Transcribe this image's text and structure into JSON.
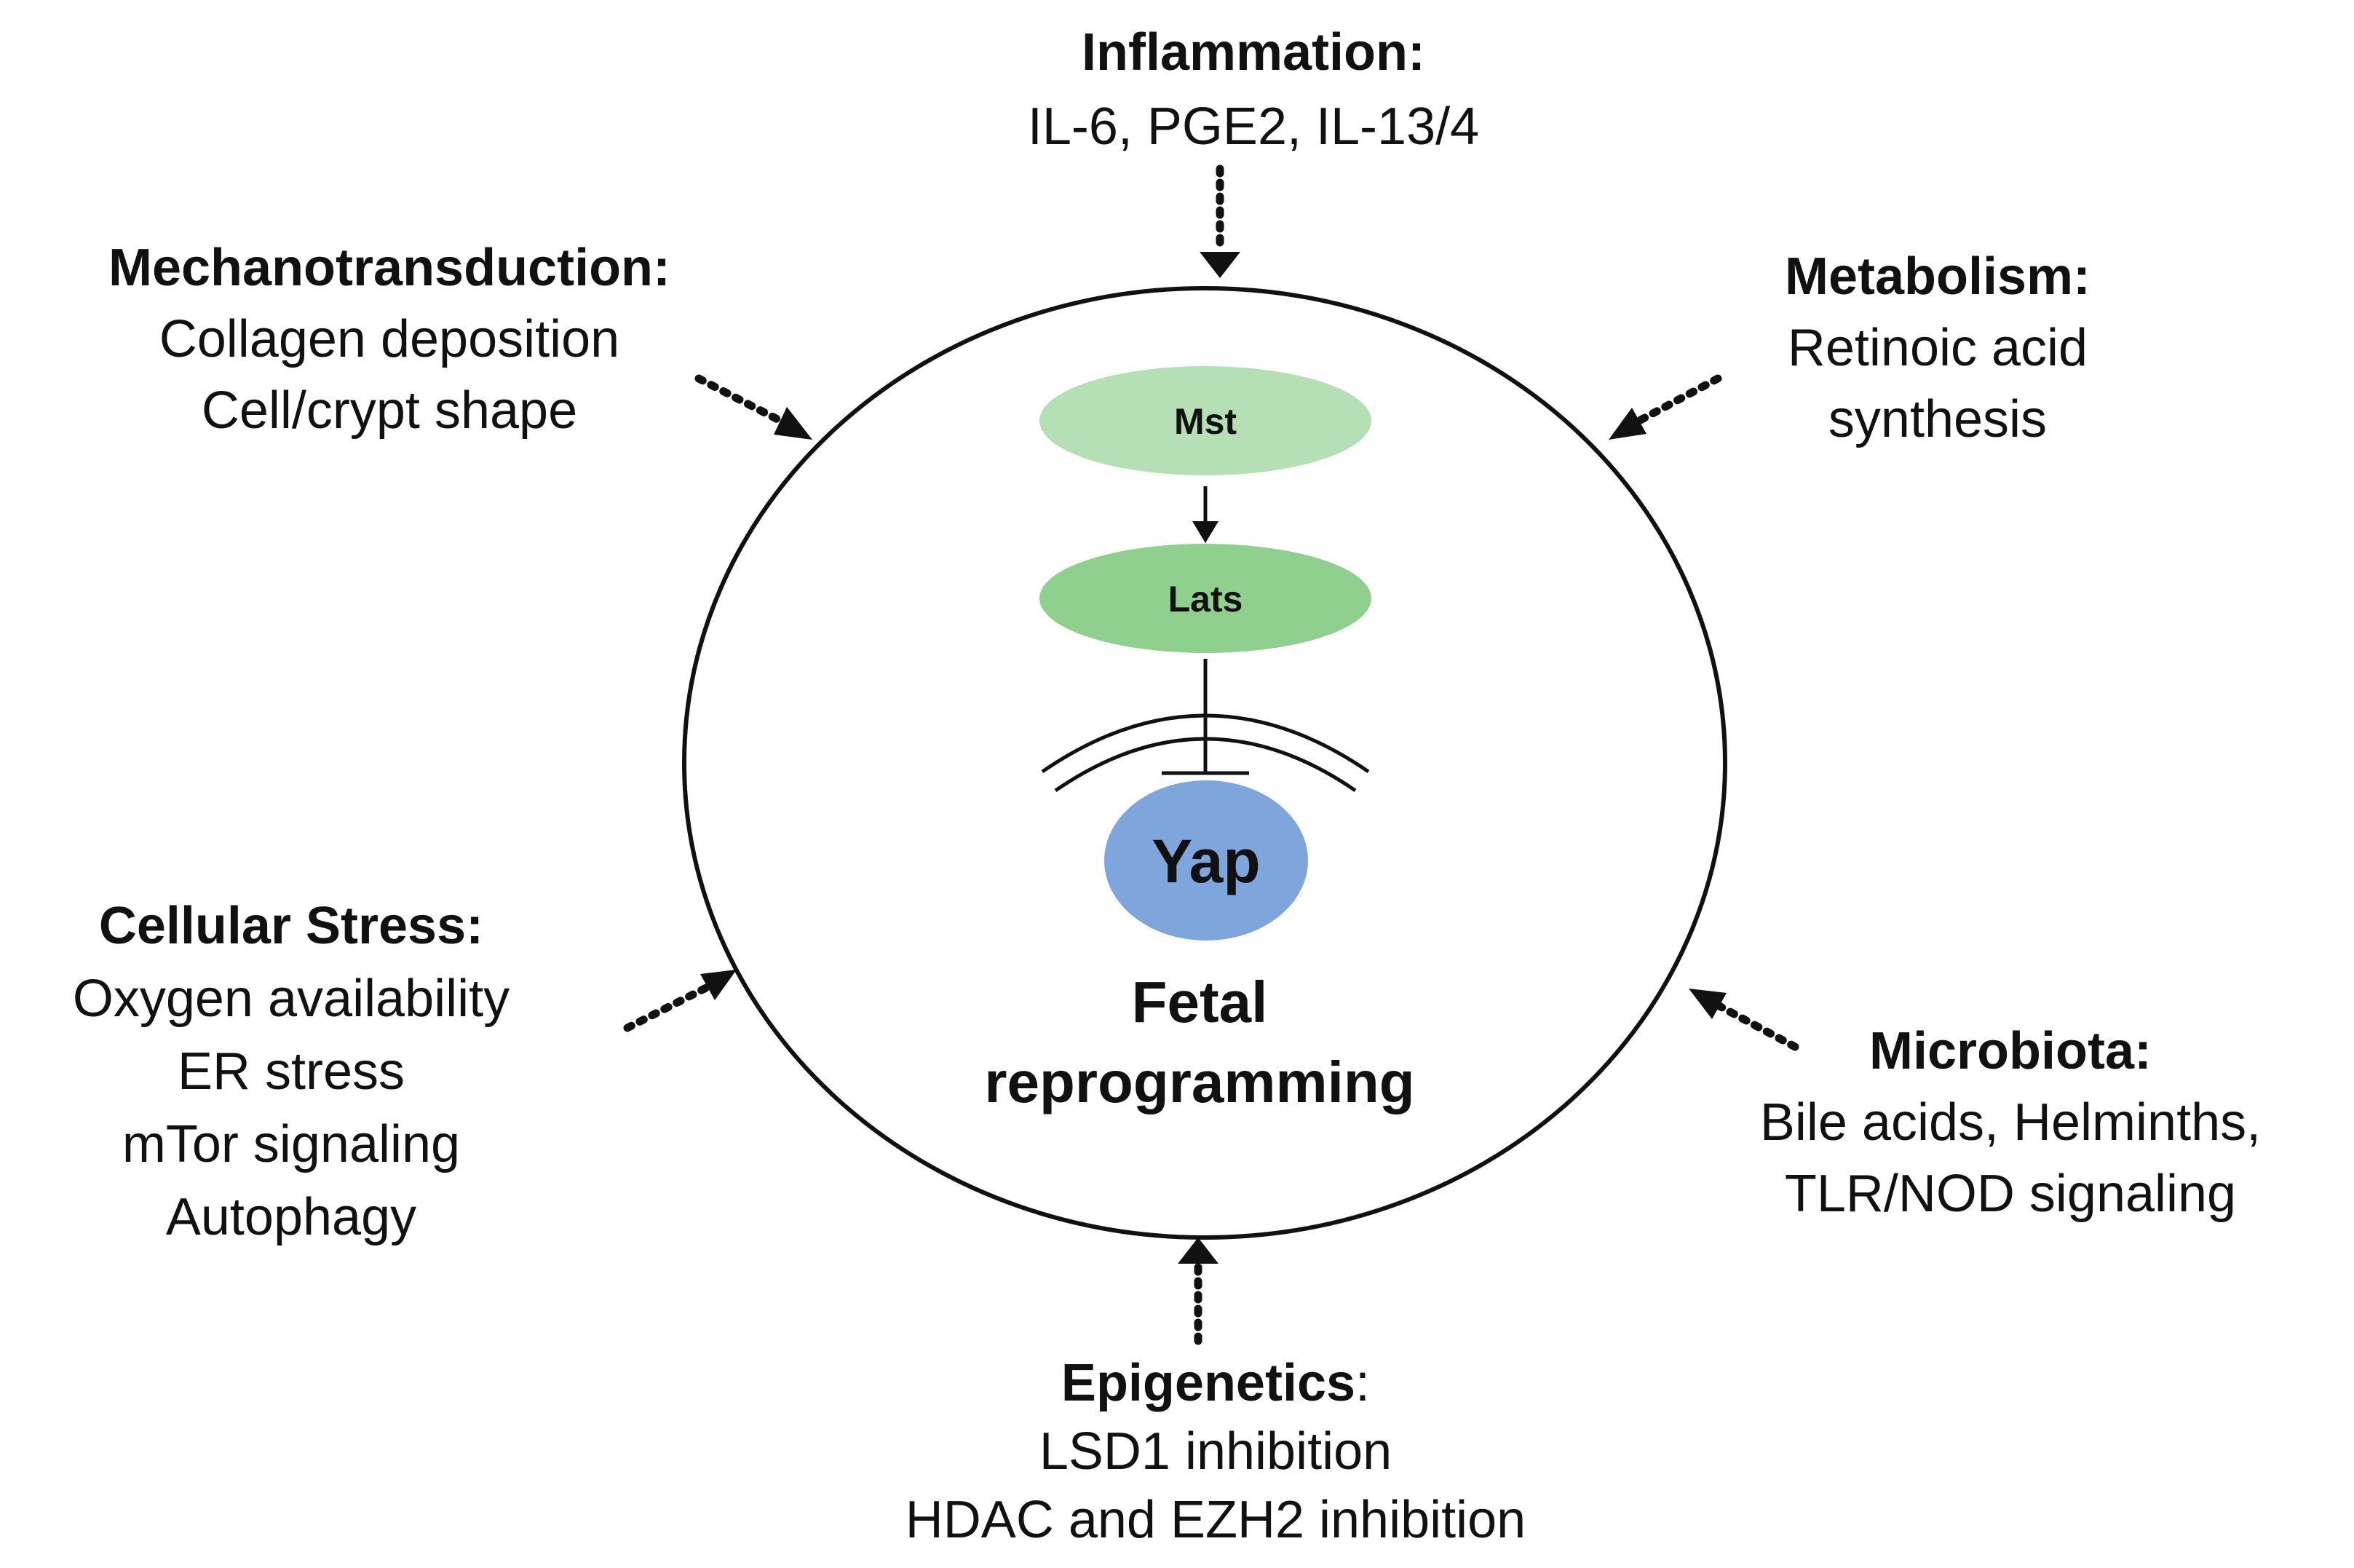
{
  "influences": {
    "inflammation": {
      "heading": "Inflammation:",
      "lines": [
        "IL-6, PGE2, IL-13/4"
      ]
    },
    "mechanotransduction": {
      "heading": "Mechanotransduction:",
      "lines": [
        "Collagen deposition",
        "Cell/crypt shape"
      ]
    },
    "metabolism": {
      "heading": "Metabolism:",
      "lines": [
        "Retinoic acid",
        "synthesis"
      ]
    },
    "cellular_stress": {
      "heading": "Cellular Stress:",
      "lines": [
        "Oxygen availability",
        "ER stress",
        "mTor signaling",
        "Autophagy"
      ]
    },
    "microbiota": {
      "heading": "Microbiota:",
      "lines": [
        "Bile acids, Helminths,",
        "TLR/NOD signaling"
      ]
    },
    "epigenetics": {
      "heading": "Epigenetics",
      "heading_suffix": ":",
      "lines": [
        "LSD1 inhibition",
        "HDAC and EZH2 inhibition"
      ]
    }
  },
  "pathway": {
    "mst": {
      "label": "Mst",
      "color": "#b5e0b5"
    },
    "lats": {
      "label": "Lats",
      "color": "#8fd08f"
    },
    "yap": {
      "label": "Yap",
      "color": "#7ea6dd"
    }
  },
  "outcome": {
    "lines": [
      "Fetal",
      "reprogramming"
    ]
  }
}
